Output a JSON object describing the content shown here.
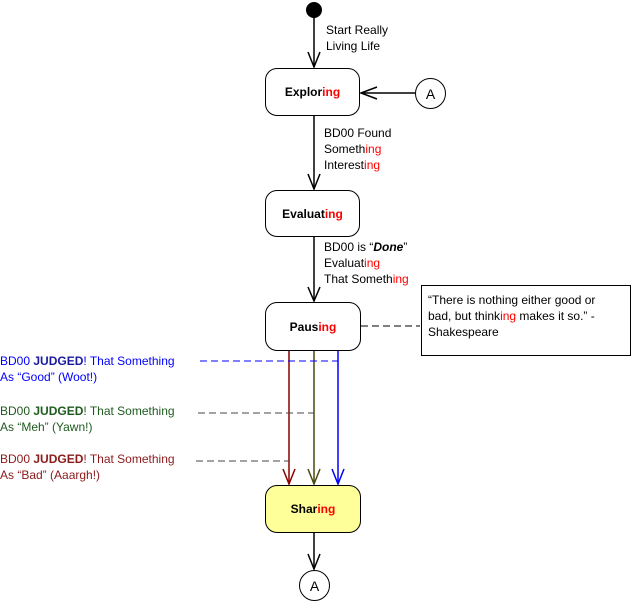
{
  "diagram": {
    "states": {
      "exploring": {
        "base": "Explor",
        "suffix": "ing"
      },
      "evaluating": {
        "base": "Evaluat",
        "suffix": "ing"
      },
      "pausing": {
        "base": "Paus",
        "suffix": "ing"
      },
      "sharing": {
        "base": "Shar",
        "suffix": "ing"
      }
    },
    "transitions": {
      "start_to_exploring": {
        "line1": "Start Really",
        "line2": "Living Life"
      },
      "exploring_to_evaluating": {
        "line1": "BD00 Found",
        "line2_base": "Someth",
        "line2_suffix": "ing",
        "line3_base": "Interest",
        "line3_suffix": "ing"
      },
      "evaluating_to_pausing": {
        "line1_pre": "BD00 is “",
        "line1_em": "Done",
        "line1_post": "”",
        "line2_base": "Evaluat",
        "line2_suffix": "ing",
        "line3_base": "That Someth",
        "line3_suffix": "ing"
      }
    },
    "note": {
      "line1": "“There is nothing either good or",
      "line2_pre": "bad, but think",
      "line2_red": "ing",
      "line2_post": " makes it so.” -",
      "line3": "Shakespeare"
    },
    "judgements": [
      {
        "prefix": "BD00 ",
        "bold": "JUDGED",
        "rest": "! That Something",
        "line2": "As “Good” (Woot!)",
        "color": "#0000ff"
      },
      {
        "prefix": "BD00 ",
        "bold": "JUDGED",
        "rest": "! That Something",
        "line2": "As “Meh” (Yawn!)",
        "color": "#1e5a1e"
      },
      {
        "prefix": "BD00 ",
        "bold": "JUDGED",
        "rest": "! That Something",
        "line2": "As “Bad” (Aaargh!)",
        "color": "#8b1a1a"
      }
    ],
    "connectors": {
      "top": "A",
      "bottom": "A"
    },
    "colors": {
      "accent_suffix": "#ff0000",
      "sharing_fill": "#ffff99",
      "good_arrow": "#0000ff",
      "meh_arrow": "#4a4a10",
      "bad_arrow": "#8b0000"
    }
  }
}
